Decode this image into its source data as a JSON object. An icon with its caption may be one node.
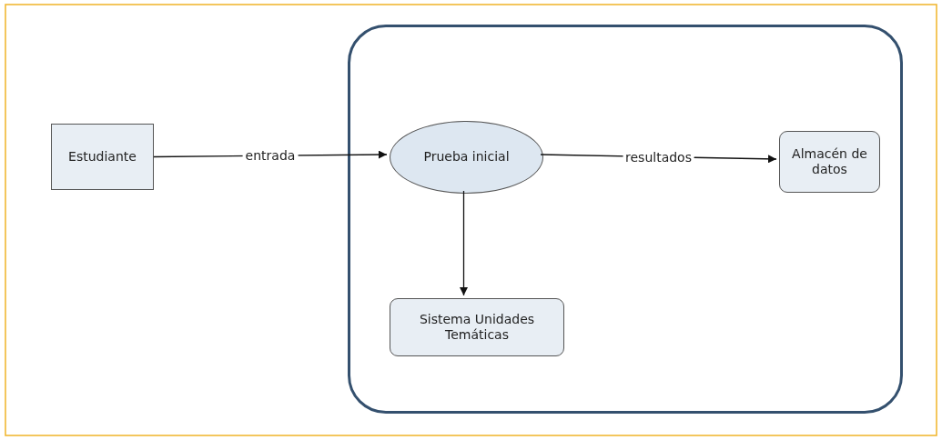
{
  "diagram": {
    "nodes": [
      {
        "text": [],
        "shape": "box"
      },
      {
        "text": [
          "Estudiante"
        ]
      },
      {
        "text": [
          "Prueba inicial"
        ],
        "in": 0
      },
      {
        "text": [
          "Almacén de datos"
        ],
        "in": 0
      },
      {
        "text": [
          "Sistema Unidades Temáticas"
        ],
        "in": 0
      }
    ],
    "edges": [
      {
        "from": 1,
        "to": 2,
        "arrow": "to",
        "label": "entrada"
      },
      {
        "from": 2,
        "to": 3,
        "arrow": "to",
        "label": "resultados"
      },
      {
        "from": 2,
        "to": 4,
        "arrow": "to"
      }
    ]
  }
}
